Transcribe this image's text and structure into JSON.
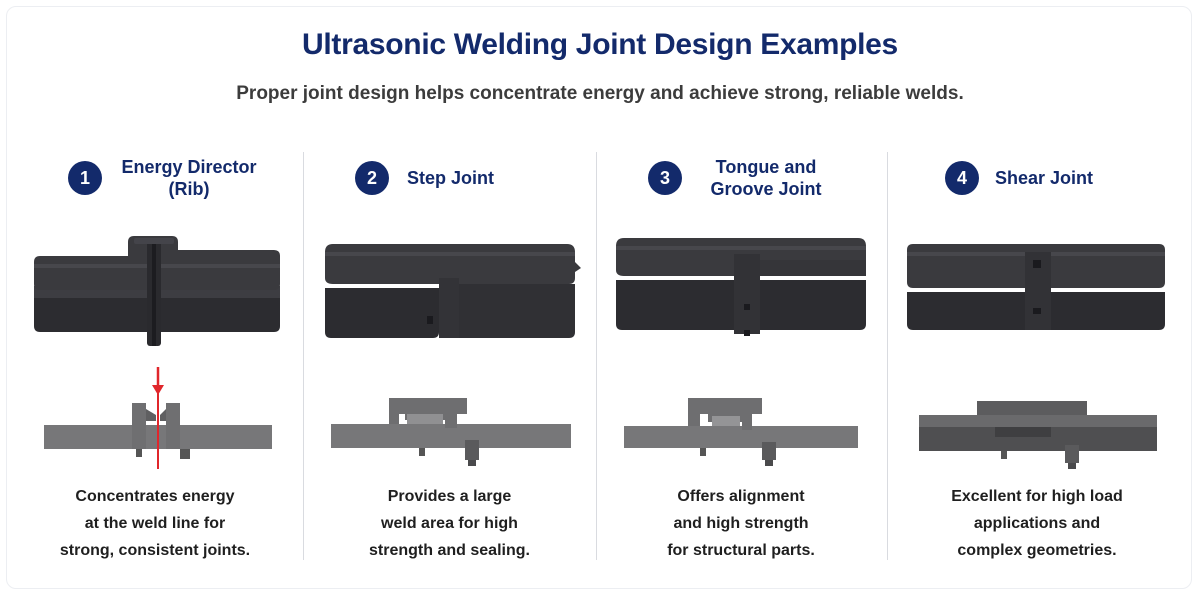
{
  "title": "Ultrasonic Welding Joint Design Examples",
  "subtitle": "Proper joint design helps concentrate energy and achieve strong, reliable welds.",
  "colors": {
    "navy": "#132a6b",
    "part_top": "#3a3a3e",
    "part_front": "#2f2f33",
    "section_gray": "#7a7a7a",
    "arrow_red": "#e0262b"
  },
  "joints": [
    {
      "number": "1",
      "title_line1": "Energy Director",
      "title_line2": "(Rib)",
      "desc_line1": "Concentrates energy",
      "desc_line2": "at the weld line for",
      "desc_line3": "strong, consistent joints."
    },
    {
      "number": "2",
      "title_line1": "Step Joint",
      "title_line2": "",
      "desc_line1": "Provides a large",
      "desc_line2": "weld area for high",
      "desc_line3": "strength and sealing."
    },
    {
      "number": "3",
      "title_line1": "Tongue and",
      "title_line2": "Groove Joint",
      "desc_line1": "Offers alignment",
      "desc_line2": "and high strength",
      "desc_line3": "for structural parts."
    },
    {
      "number": "4",
      "title_line1": "Shear Joint",
      "title_line2": "",
      "desc_line1": "Excellent for high load",
      "desc_line2": "applications and",
      "desc_line3": "complex geometries."
    }
  ]
}
